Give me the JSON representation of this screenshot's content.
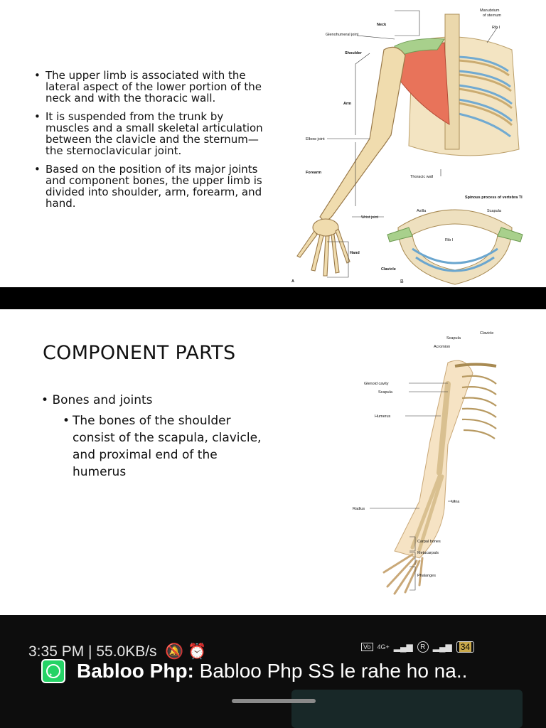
{
  "slide1": {
    "bullets": [
      "The upper limb is associated with the lateral aspect of the lower portion of the neck and with the thoracic wall.",
      "It is suspended from the trunk by muscles and a small skeletal articulation between the clavicle and the sternum—the sternoclavicular joint.",
      "Based on the position of its major joints and component bones, the upper limb is divided into shoulder, arm, forearm, and hand."
    ],
    "figure": {
      "labels": {
        "neck": "Neck",
        "glenohumeral": "Glenohumeral joint",
        "shoulder": "Shoulder",
        "arm": "Arm",
        "elbow": "Elbow joint",
        "forearm": "Forearm",
        "wrist": "Wrist joint",
        "hand": "Hand",
        "thoracic_wall": "Thoracic wall",
        "manubrium": "Manubrium",
        "manubrium_2": "of sternum",
        "rib1": "Rib I",
        "spinous": "Spinous process of vertebra TI",
        "axilla": "Axilla",
        "scapula": "Scapula",
        "rib1b": "Rib I",
        "clavicle": "Clavicle",
        "fig_a": "A",
        "fig_b": "B"
      }
    }
  },
  "slide2": {
    "title": "COMPONENT PARTS",
    "level1": "Bones and joints",
    "level2": "The bones of the shoulder consist of the scapula, clavicle, and proximal end of the humerus",
    "figure": {
      "labels": {
        "clavicle": "Clavicle",
        "scapula_top": "Scapula",
        "acromion": "Acromion",
        "glenoid": "Glenoid cavity",
        "scapula": "Scapula",
        "humerus": "Humerus",
        "ulna": "Ulna",
        "radius": "Radius",
        "carpal": "Carpal bones",
        "metacarpals": "Metacarpals",
        "phalanges": "Phalanges"
      }
    }
  },
  "status": {
    "time": "3:35 PM | 55.0KB/s",
    "network": "4G+",
    "battery": "34"
  },
  "notification": {
    "app_icon": "whatsapp-icon",
    "sender": "Babloo Php:",
    "message": "Babloo Php  SS le rahe ho na.."
  },
  "colors": {
    "muscle": "#e8735a",
    "bone": "#f0dcae",
    "rib_blue": "#9cc8e6",
    "green_joint": "#a8d08c",
    "whatsapp": "#25d366"
  }
}
